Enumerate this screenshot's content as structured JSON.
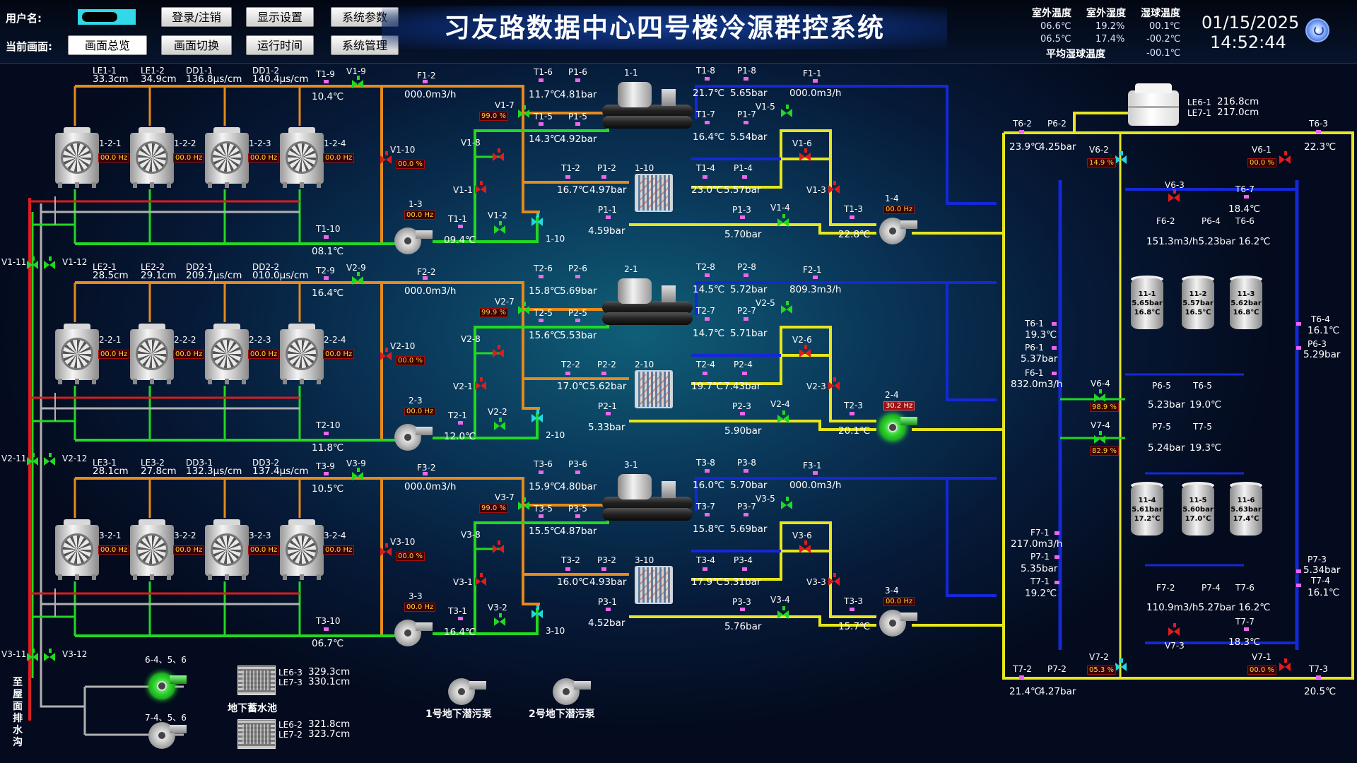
{
  "header": {
    "user_label": "用户名:",
    "screen_label": "当前画面:",
    "buttons": {
      "login": "登录/注销",
      "display": "显示设置",
      "params": "系统参数",
      "overview": "画面总览",
      "switch": "画面切换",
      "runtime": "运行时间",
      "manage": "系统管理"
    },
    "title": "习友路数据中心四号楼冷源群控系统",
    "weather": {
      "h_temp": "室外温度",
      "h_hum": "室外湿度",
      "h_wet": "湿球温度",
      "temp1": "06.6℃",
      "hum1": "19.2%",
      "wet1": "00.1℃",
      "temp2": "06.5℃",
      "hum2": "17.4%",
      "wet2": "-00.2℃",
      "avg_label": "平均湿球温度",
      "avg": "-00.1℃"
    },
    "date": "01/15/2025",
    "time": "14:52:44"
  },
  "colors": {
    "orange": "#e58a1c",
    "green": "#22d822",
    "blue": "#1428d8",
    "yellow": "#e6e61e",
    "red": "#d81e1e",
    "gray": "#b0b0b0"
  },
  "groups": [
    {
      "tower_labels": [
        "1-2-1",
        "1-2-2",
        "1-2-3",
        "1-2-4"
      ],
      "tower_freq": [
        "00.0 Hz",
        "00.0 Hz",
        "00.0 Hz",
        "00.0 Hz"
      ],
      "le1_lbl": "LE1-1",
      "le1_val": "33.3cm",
      "le2_lbl": "LE1-2",
      "le2_val": "34.9cm",
      "dd1_lbl": "DD1-1",
      "dd1_val": "136.8μs/cm",
      "dd2_lbl": "DD1-2",
      "dd2_val": "140.4μs/cm",
      "t9_lbl": "T1-9",
      "t9_val": "10.4℃",
      "v9_lbl": "V1-9",
      "f2_lbl": "F1-2",
      "f2_val": "000.0m3/h",
      "v10_lbl": "V1-10",
      "v10_val": "00.0 %",
      "t10_lbl": "T1-10",
      "t10_val": "08.1℃",
      "pump_cw_lbl": "1-3",
      "pump_cw_freq": "00.0 Hz",
      "v7_lbl": "V1-7",
      "v7_val": "99.0 %",
      "v8_lbl": "V1-8",
      "v1_lbl": "V1-1",
      "v2_lbl": "V1-2",
      "t1_lbl": "T1-1",
      "t1_val": "09.4℃",
      "t6_lbl": "T1-6",
      "t6_val": "11.7℃",
      "p6_lbl": "P1-6",
      "p6_val": "4.81bar",
      "t5_lbl": "T1-5",
      "t5_val": "14.3℃",
      "p5_lbl": "P1-5",
      "p5_val": "4.92bar",
      "chiller_lbl": "1-1",
      "t8_lbl": "T1-8",
      "t8_val": "21.7℃",
      "p8_lbl": "P1-8",
      "p8_val": "5.65bar",
      "t7_lbl": "T1-7",
      "t7_val": "16.4℃",
      "p7_lbl": "P1-7",
      "p7_val": "5.54bar",
      "f1_lbl": "F1-1",
      "f1_val": "000.0m3/h",
      "v5_lbl": "V1-5",
      "v6_lbl": "V1-6",
      "v3_lbl": "V1-3",
      "t2_lbl": "T1-2",
      "t2_val": "16.7℃",
      "p2_lbl": "P1-2",
      "p2_val": "4.97bar",
      "hx_lbl": "1-10",
      "t4_lbl": "T1-4",
      "t4_val": "23.0℃",
      "p4_lbl": "P1-4",
      "p4_val": "5.57bar",
      "p1_lbl": "P1-1",
      "p1_val": "4.59bar",
      "p3_lbl": "P1-3",
      "p3_val": "5.70bar",
      "v4_lbl": "V1-4",
      "t3_lbl": "T1-3",
      "t3_val": "22.8℃",
      "pump_chw_lbl": "1-4",
      "pump_chw_freq": "00.0 Hz",
      "v11_lbl": "V1-11",
      "v12_lbl": "V1-12",
      "hx_valve_lbl": "1-10",
      "pump_chw_on": false
    },
    {
      "tower_labels": [
        "2-2-1",
        "2-2-2",
        "2-2-3",
        "2-2-4"
      ],
      "tower_freq": [
        "00.0 Hz",
        "00.0 Hz",
        "00.0 Hz",
        "00.0 Hz"
      ],
      "le1_lbl": "LE2-1",
      "le1_val": "28.5cm",
      "le2_lbl": "LE2-2",
      "le2_val": "29.1cm",
      "dd1_lbl": "DD2-1",
      "dd1_val": "209.7μs/cm",
      "dd2_lbl": "DD2-2",
      "dd2_val": "010.0μs/cm",
      "t9_lbl": "T2-9",
      "t9_val": "16.4℃",
      "v9_lbl": "V2-9",
      "f2_lbl": "F2-2",
      "f2_val": "000.0m3/h",
      "v10_lbl": "V2-10",
      "v10_val": "00.0 %",
      "t10_lbl": "T2-10",
      "t10_val": "11.8℃",
      "pump_cw_lbl": "2-3",
      "pump_cw_freq": "00.0 Hz",
      "v7_lbl": "V2-7",
      "v7_val": "99.9 %",
      "v8_lbl": "V2-8",
      "v1_lbl": "V2-1",
      "v2_lbl": "V2-2",
      "t1_lbl": "T2-1",
      "t1_val": "12.0℃",
      "t6_lbl": "T2-6",
      "t6_val": "15.8℃",
      "p6_lbl": "P2-6",
      "p6_val": "5.69bar",
      "t5_lbl": "T2-5",
      "t5_val": "15.6℃",
      "p5_lbl": "P2-5",
      "p5_val": "5.53bar",
      "chiller_lbl": "2-1",
      "t8_lbl": "T2-8",
      "t8_val": "14.5℃",
      "p8_lbl": "P2-8",
      "p8_val": "5.72bar",
      "t7_lbl": "T2-7",
      "t7_val": "14.7℃",
      "p7_lbl": "P2-7",
      "p7_val": "5.71bar",
      "f1_lbl": "F2-1",
      "f1_val": "809.3m3/h",
      "v5_lbl": "V2-5",
      "v6_lbl": "V2-6",
      "v3_lbl": "V2-3",
      "t2_lbl": "T2-2",
      "t2_val": "17.0℃",
      "p2_lbl": "P2-2",
      "p2_val": "5.62bar",
      "hx_lbl": "2-10",
      "t4_lbl": "T2-4",
      "t4_val": "19.7℃",
      "p4_lbl": "P2-4",
      "p4_val": "7.43bar",
      "p1_lbl": "P2-1",
      "p1_val": "5.33bar",
      "p3_lbl": "P2-3",
      "p3_val": "5.90bar",
      "v4_lbl": "V2-4",
      "t3_lbl": "T2-3",
      "t3_val": "20.1℃",
      "pump_chw_lbl": "2-4",
      "pump_chw_freq": "30.2 Hz",
      "v11_lbl": "V2-11",
      "v12_lbl": "V2-12",
      "hx_valve_lbl": "2-10",
      "pump_chw_on": true
    },
    {
      "tower_labels": [
        "3-2-1",
        "3-2-2",
        "3-2-3",
        "3-2-4"
      ],
      "tower_freq": [
        "00.0 Hz",
        "00.0 Hz",
        "00.0 Hz",
        "00.0 Hz"
      ],
      "le1_lbl": "LE3-1",
      "le1_val": "28.1cm",
      "le2_lbl": "LE3-2",
      "le2_val": "27.8cm",
      "dd1_lbl": "DD3-1",
      "dd1_val": "132.3μs/cm",
      "dd2_lbl": "DD3-2",
      "dd2_val": "137.4μs/cm",
      "t9_lbl": "T3-9",
      "t9_val": "10.5℃",
      "v9_lbl": "V3-9",
      "f2_lbl": "F3-2",
      "f2_val": "000.0m3/h",
      "v10_lbl": "V3-10",
      "v10_val": "00.0 %",
      "t10_lbl": "T3-10",
      "t10_val": "06.7℃",
      "pump_cw_lbl": "3-3",
      "pump_cw_freq": "00.0 Hz",
      "v7_lbl": "V3-7",
      "v7_val": "99.0 %",
      "v8_lbl": "V3-8",
      "v1_lbl": "V3-1",
      "v2_lbl": "V3-2",
      "t1_lbl": "T3-1",
      "t1_val": "16.4℃",
      "t6_lbl": "T3-6",
      "t6_val": "15.9℃",
      "p6_lbl": "P3-6",
      "p6_val": "4.80bar",
      "t5_lbl": "T3-5",
      "t5_val": "15.5℃",
      "p5_lbl": "P3-5",
      "p5_val": "4.87bar",
      "chiller_lbl": "3-1",
      "t8_lbl": "T3-8",
      "t8_val": "16.0℃",
      "p8_lbl": "P3-8",
      "p8_val": "5.70bar",
      "t7_lbl": "T3-7",
      "t7_val": "15.8℃",
      "p7_lbl": "P3-7",
      "p7_val": "5.69bar",
      "f1_lbl": "F3-1",
      "f1_val": "000.0m3/h",
      "v5_lbl": "V3-5",
      "v6_lbl": "V3-6",
      "v3_lbl": "V3-3",
      "t2_lbl": "T3-2",
      "t2_val": "16.0℃",
      "p2_lbl": "P3-2",
      "p2_val": "4.93bar",
      "hx_lbl": "3-10",
      "t4_lbl": "T3-4",
      "t4_val": "17.9℃",
      "p4_lbl": "P3-4",
      "p4_val": "5.31bar",
      "p1_lbl": "P3-1",
      "p1_val": "4.52bar",
      "p3_lbl": "P3-3",
      "p3_val": "5.76bar",
      "v4_lbl": "V3-4",
      "t3_lbl": "T3-3",
      "t3_val": "15.7℃",
      "pump_chw_lbl": "3-4",
      "pump_chw_freq": "00.0 Hz",
      "v11_lbl": "V3-11",
      "v12_lbl": "V3-12",
      "hx_valve_lbl": "3-10",
      "pump_chw_on": false
    }
  ],
  "bottom": {
    "pump_a_lbl": "6-4、5、6",
    "pump_b_lbl": "7-4、5、6",
    "le63_lbl": "LE6-3",
    "le63_val": "329.3cm",
    "le73_lbl": "LE7-3",
    "le73_val": "330.1cm",
    "pool_name": "地下蓄水池",
    "le62_lbl": "LE6-2",
    "le62_val": "321.8cm",
    "le72_lbl": "LE7-2",
    "le72_val": "323.7cm",
    "sump1": "1号地下潜污泵",
    "sump2": "2号地下潜污泵",
    "drain": "至屋面排水沟"
  },
  "right": {
    "le61_lbl": "LE6-1",
    "le61_val": "216.8cm",
    "le71_lbl": "LE7-1",
    "le71_val": "217.0cm",
    "t62_lbl": "T6-2",
    "t62_val": "23.9℃",
    "p62_lbl": "P6-2",
    "p62_val": "4.25bar",
    "v62_lbl": "V6-2",
    "v62_val": "14.9 %",
    "v61_lbl": "V6-1",
    "v61_val": "00.0 %",
    "t63_lbl": "T6-3",
    "t63_val": "22.3℃",
    "v63_lbl": "V6-3",
    "t67_lbl": "T6-7",
    "t67_val": "18.4℃",
    "f62_lbl": "F6-2",
    "p64_lbl": "P6-4",
    "t66_lbl": "T6-6",
    "f62_row": "151.3m3/h5.23bar 16.2℃",
    "t61_lbl": "T6-1",
    "t61_val": "19.3℃",
    "p61_lbl": "P6-1",
    "p61_val": "5.37bar",
    "f61_lbl": "F6-1",
    "f61_val": "832.0m3/h",
    "t64_lbl": "T6-4",
    "t64_val": "16.1℃",
    "p63_lbl": "P6-3",
    "p63_val": "5.29bar",
    "v64_lbl": "V6-4",
    "v64_val": "98.9 %",
    "p65_lbl": "P6-5",
    "p65_val": "5.23bar",
    "t65_lbl": "T6-5",
    "t65_val": "19.0℃",
    "v74_lbl": "V7-4",
    "v74_val": "82.9 %",
    "p75_lbl": "P7-5",
    "p75_val": "5.24bar",
    "t75_lbl": "T7-5",
    "t75_val": "19.3℃",
    "tanks_top": [
      {
        "name": "11-1",
        "p": "5.65bar",
        "t": "16.8℃"
      },
      {
        "name": "11-2",
        "p": "5.57bar",
        "t": "16.5℃"
      },
      {
        "name": "11-3",
        "p": "5.62bar",
        "t": "16.8℃"
      }
    ],
    "tanks_bottom": [
      {
        "name": "11-4",
        "p": "5.61bar",
        "t": "17.2℃"
      },
      {
        "name": "11-5",
        "p": "5.60bar",
        "t": "17.0℃"
      },
      {
        "name": "11-6",
        "p": "5.63bar",
        "t": "17.4℃"
      }
    ],
    "f71_lbl": "F7-1",
    "f71_val": "217.0m3/h",
    "p71_lbl": "P7-1",
    "p71_val": "5.35bar",
    "t71_lbl": "T7-1",
    "t71_val": "19.2℃",
    "p73_lbl": "P7-3",
    "p73_val": "5.34bar",
    "t74_lbl": "T7-4",
    "t74_val": "16.1℃",
    "f72_lbl": "F7-2",
    "p74_lbl": "P7-4",
    "t76_lbl": "T7-6",
    "f72_row": "110.9m3/h5.27bar 16.2℃",
    "t77_lbl": "T7-7",
    "t77_val": "18.3℃",
    "v73_lbl": "V7-3",
    "t72_lbl": "T7-2",
    "t72_val": "21.4℃",
    "p72_lbl": "P7-2",
    "p72_val": "4.27bar",
    "v72_lbl": "V7-2",
    "v72_val": "05.3 %",
    "v71_lbl": "V7-1",
    "v71_val": "00.0 %",
    "t73_lbl": "T7-3",
    "t73_val": "20.5℃"
  }
}
